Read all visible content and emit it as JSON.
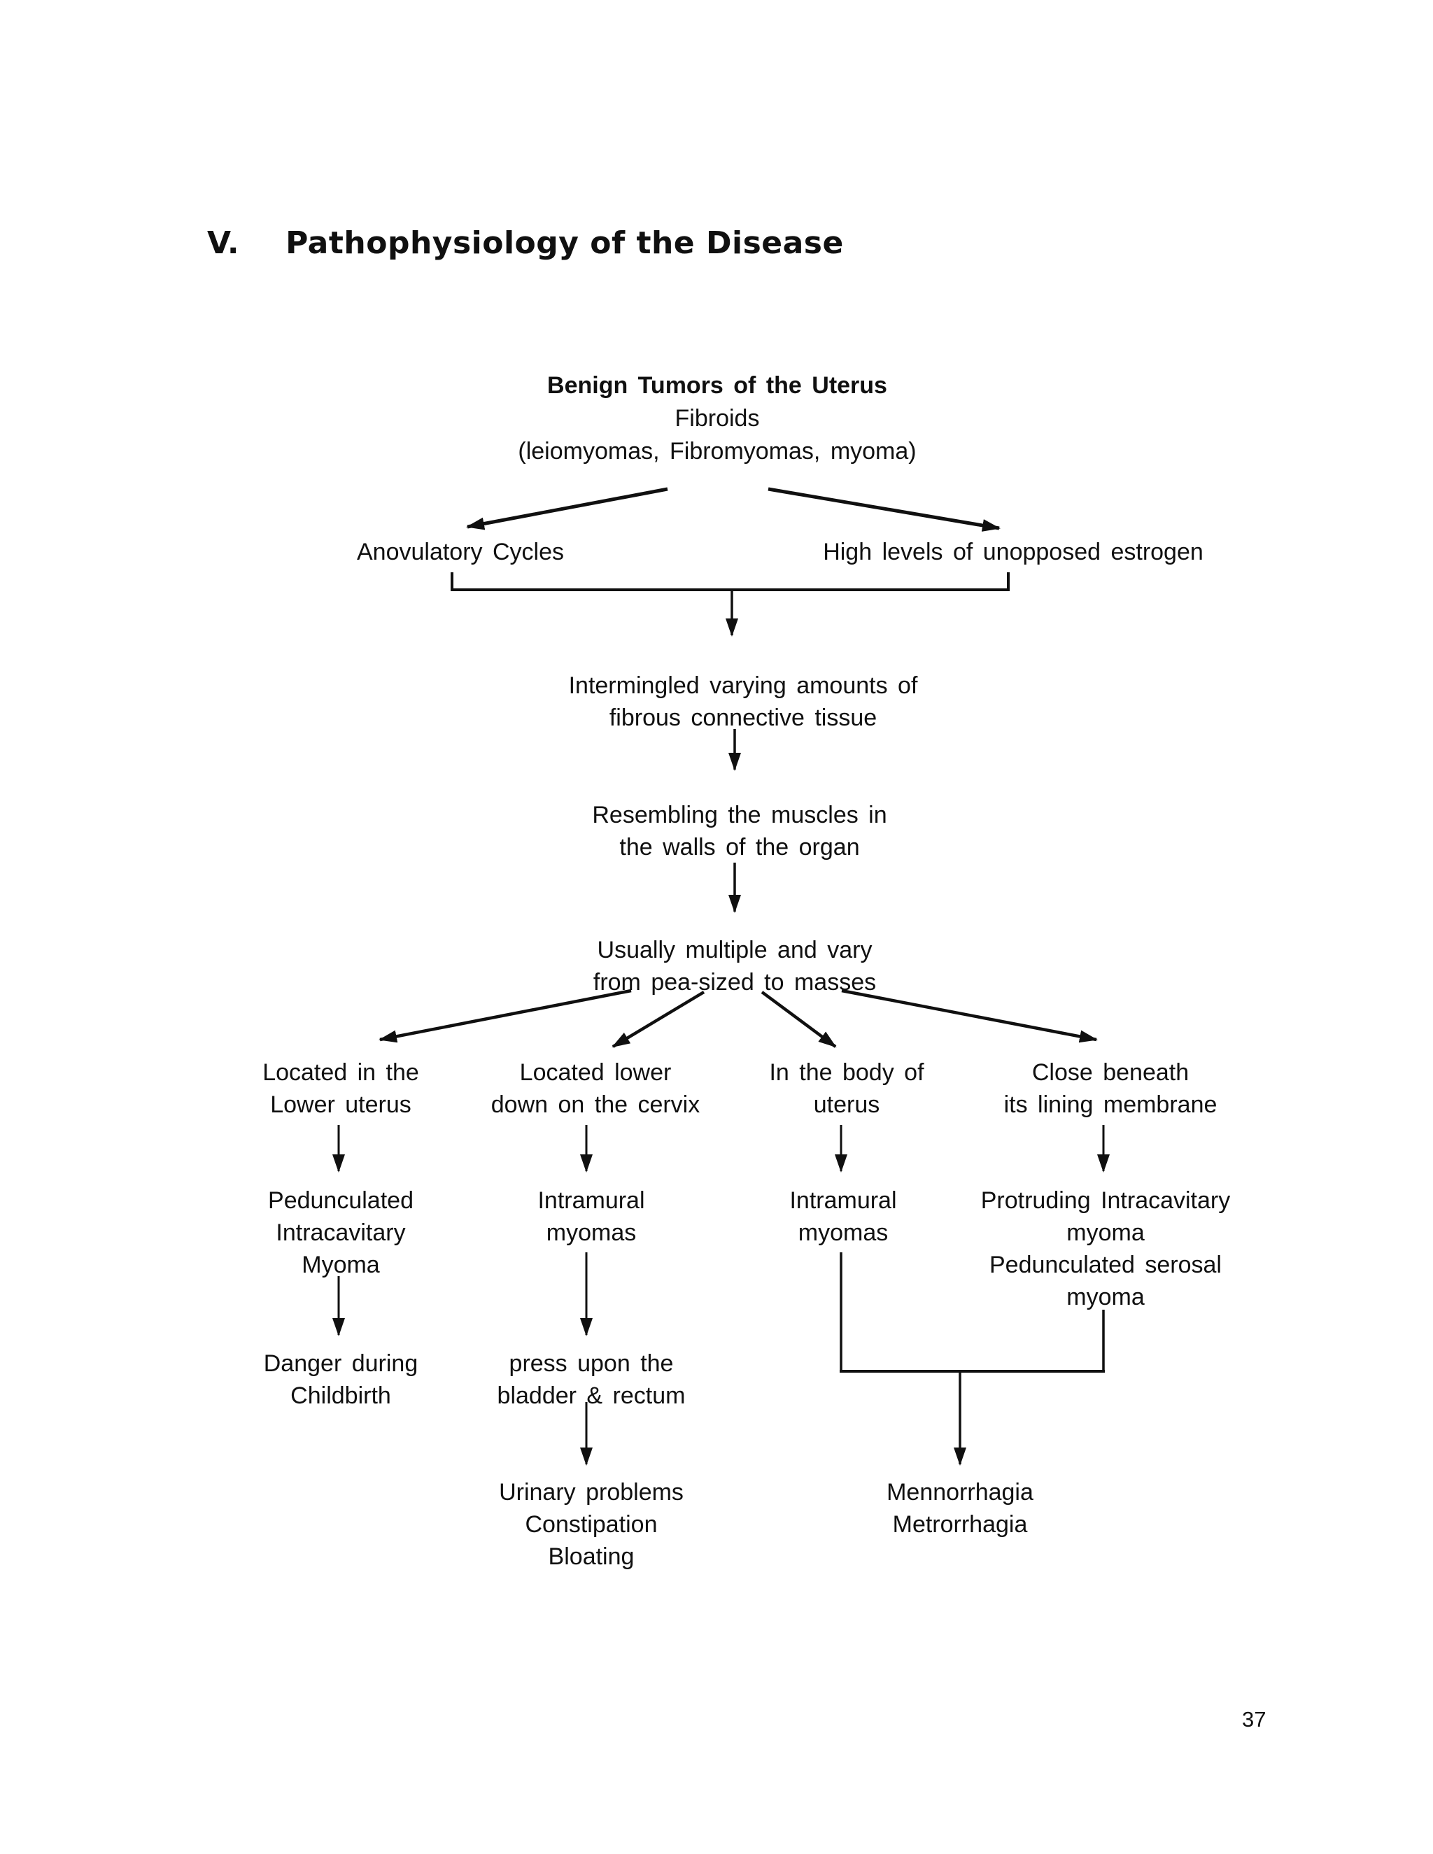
{
  "page": {
    "section_number": "V.",
    "section_title": "Pathophysiology of the Disease",
    "page_number": "37"
  },
  "flowchart": {
    "root": {
      "title": "Benign Tumors of the Uterus",
      "name": "Fibroids",
      "synonyms": "(leiomyomas, Fibromyomas, myoma)"
    },
    "causes": {
      "left": "Anovulatory Cycles",
      "right": "High levels of unopposed estrogen"
    },
    "sequence": [
      {
        "line1": "Intermingled varying amounts of",
        "line2": "fibrous connective tissue"
      },
      {
        "line1": "Resembling the muscles in",
        "line2": "the walls of the organ"
      },
      {
        "line1": "Usually multiple and vary",
        "line2": "from pea-sized to masses"
      }
    ],
    "branches": [
      {
        "location1": "Located in the",
        "location2": "Lower uterus",
        "type1": "Pedunculated",
        "type2": "Intracavitary",
        "type3": "Myoma",
        "effect1": "Danger during",
        "effect2": "Childbirth"
      },
      {
        "location1": "Located lower",
        "location2": "down on the cervix",
        "type1": "Intramural",
        "type2": "myomas",
        "effect1": "press upon the",
        "effect2": "bladder & rectum",
        "result1": "Urinary problems",
        "result2": "Constipation",
        "result3": "Bloating"
      },
      {
        "location1": "In the body of",
        "location2": "uterus",
        "type1": "Intramural",
        "type2": "myomas"
      },
      {
        "location1": "Close beneath",
        "location2": "its lining membrane",
        "type1": "Protruding Intracavitary",
        "type2": "myoma",
        "type3": "Pedunculated serosal",
        "type4": "myoma"
      }
    ],
    "merged_result": {
      "line1": "Mennorrhagia",
      "line2": "Metrorrhagia"
    }
  }
}
